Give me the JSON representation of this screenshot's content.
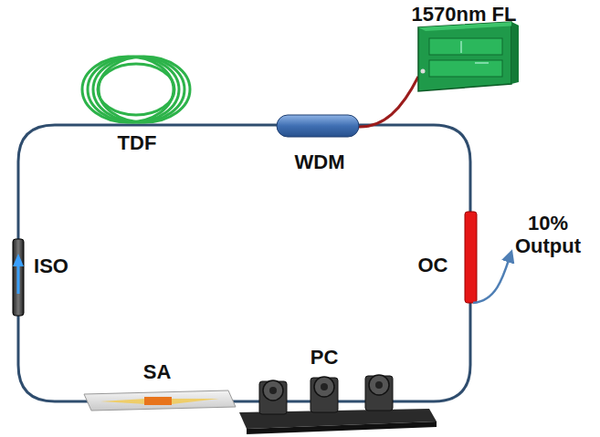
{
  "diagram": {
    "labels": [
      "1570nm FL",
      "TDF",
      "WDM",
      "10% Output",
      "OC",
      "PC",
      "SA",
      "ISO"
    ]
  }
}
